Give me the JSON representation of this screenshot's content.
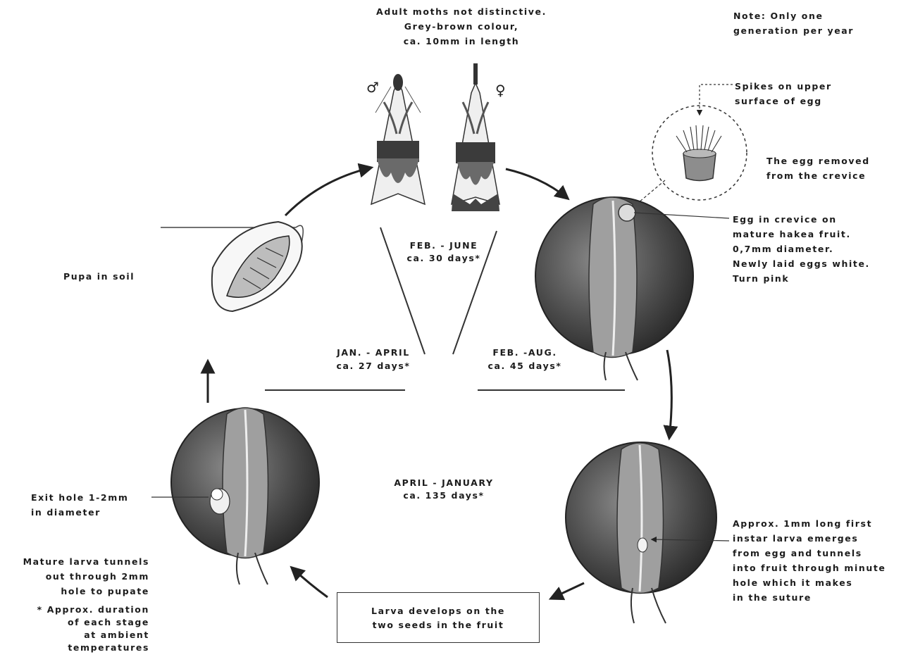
{
  "adult_note": "Adult moths not distinctive.\nGrey-brown colour,\nca. 10mm in length",
  "generation_note": "Note: Only one\ngeneration per year",
  "male_symbol": "♂",
  "female_symbol": "♀",
  "egg_spikes": "Spikes on upper\nsurface of egg",
  "egg_removed": "The egg removed\nfrom the crevice",
  "egg_crevice": "Egg in crevice on\nmature hakea fruit.\n0,7mm diameter.\nNewly laid eggs white.\nTurn pink",
  "pupa_label": "Pupa in soil",
  "stage_adult": {
    "months": "FEB. - JUNE",
    "days": "ca. 30 days*"
  },
  "stage_pupa": {
    "months": "JAN. - APRIL",
    "days": "ca. 27 days*"
  },
  "stage_egg": {
    "months": "FEB. -AUG.",
    "days": "ca. 45 days*"
  },
  "stage_larva": {
    "months": "APRIL - JANUARY",
    "days": "ca. 135 days*"
  },
  "exit_hole": "Exit hole 1-2mm\nin diameter",
  "mature_larva": "Mature larva tunnels\nout through 2mm\nhole to pupate",
  "footnote": "* Approx. duration\nof each stage\nat ambient\ntemperatures",
  "larva_box": "Larva develops on the\ntwo seeds in the fruit",
  "first_instar": "Approx. 1mm long first\ninstar larva emerges\nfrom egg and tunnels\ninto fruit through minute\nhole which it makes\nin the suture"
}
